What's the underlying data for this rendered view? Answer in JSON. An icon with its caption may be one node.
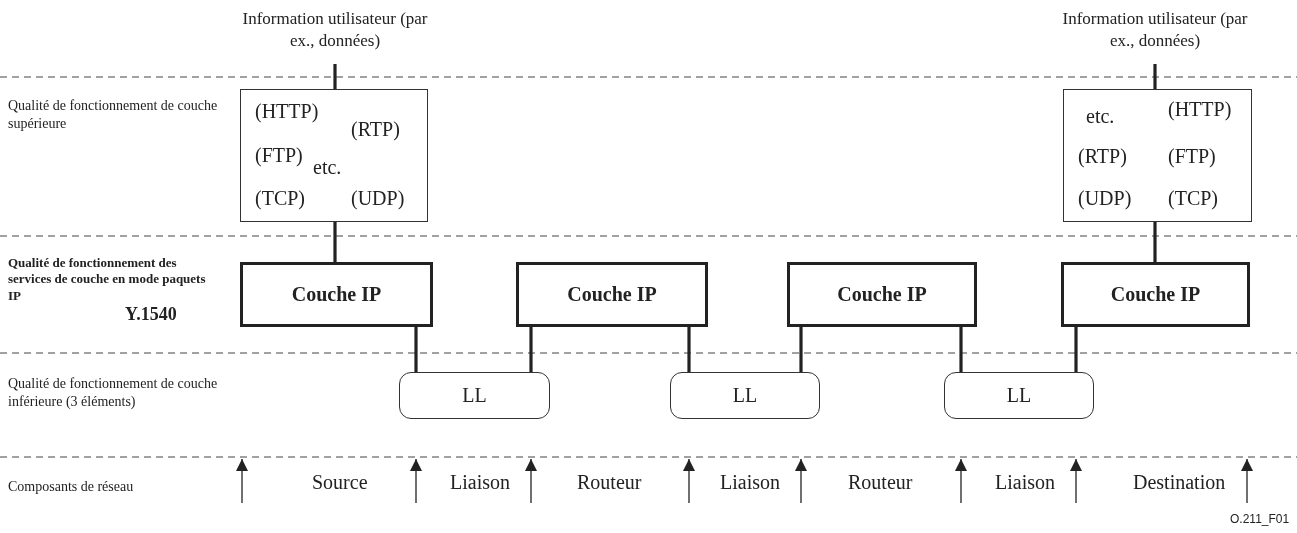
{
  "diagram": {
    "nodes": [
      {
        "text": [
          "Information utilisateur (par ex., données)"
        ]
      },
      {
        "text": [
          "(HTTP)",
          "(RTP)",
          "(FTP)",
          "etc.",
          "(TCP)",
          "(UDP)"
        ]
      },
      {
        "text": [
          "Information utilisateur (par ex., données)"
        ]
      },
      {
        "text": [
          "etc.",
          "(HTTP)",
          "(RTP)",
          "(FTP)",
          "(UDP)",
          "(TCP)"
        ]
      },
      {
        "text": [
          "Couche IP"
        ]
      },
      {
        "text": [
          "Couche IP"
        ]
      },
      {
        "text": [
          "Couche IP"
        ]
      },
      {
        "text": [
          "Couche IP"
        ]
      },
      {
        "text": [
          "LL"
        ]
      },
      {
        "text": [
          "LL"
        ]
      },
      {
        "text": [
          "LL"
        ]
      }
    ],
    "edges": [
      {
        "from": 0,
        "to": 1,
        "arrow": "none"
      },
      {
        "from": 1,
        "to": 4,
        "arrow": "none"
      },
      {
        "from": 2,
        "to": 3,
        "arrow": "none"
      },
      {
        "from": 3,
        "to": 7,
        "arrow": "none"
      },
      {
        "from": 4,
        "to": 8,
        "arrow": "none"
      },
      {
        "from": 8,
        "to": 5,
        "arrow": "none"
      },
      {
        "from": 5,
        "to": 9,
        "arrow": "none"
      },
      {
        "from": 9,
        "to": 6,
        "arrow": "none"
      },
      {
        "from": 6,
        "to": 10,
        "arrow": "none"
      },
      {
        "from": 10,
        "to": 7,
        "arrow": "none"
      }
    ],
    "labels": [
      "Qualité de fonctionnement de couche supérieure",
      "Qualité de fonctionnement des services de couche en mode paquets IP",
      "Y.1540",
      "Qualité de fonctionnement de couche inférieure (3 éléments)",
      "Composants de réseau",
      "Source",
      "Liaison",
      "Routeur",
      "Liaison",
      "Routeur",
      "Liaison",
      "Destination",
      "O.211_F01"
    ]
  }
}
